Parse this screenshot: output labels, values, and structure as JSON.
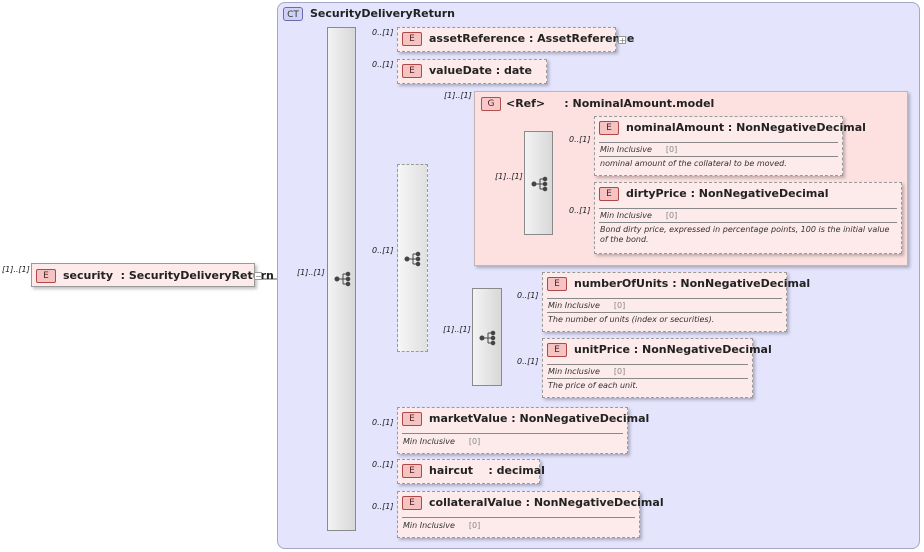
{
  "complex_type": {
    "badge": "CT",
    "name": "SecurityDeliveryReturn"
  },
  "root": {
    "cardinality": "[1]..[1]",
    "badge": "E",
    "label": "security  : SecurityDeliveryReturn",
    "collapse_glyph": "−",
    "sequence_cardinality": "[1]..[1]"
  },
  "elements": {
    "assetReference": {
      "cardinality": "0..[1]",
      "badge": "E",
      "label": "assetReference : AssetReference",
      "expand_glyph": "+"
    },
    "valueDate": {
      "cardinality": "0..[1]",
      "badge": "E",
      "label": "valueDate : date"
    },
    "choice": {
      "cardinality": "0..[1]"
    },
    "group": {
      "cardinality": "[1]..[1]",
      "badge": "G",
      "label": "<Ref>     : NominalAmount.model",
      "sequence_cardinality": "[1]..[1]"
    },
    "nominalAmount": {
      "cardinality": "0..[1]",
      "badge": "E",
      "label": "nominalAmount : NonNegativeDecimal",
      "facet": "Min Inclusive",
      "facet_value": "[0]",
      "doc": "nominal amount of the collateral to be moved."
    },
    "dirtyPrice": {
      "cardinality": "0..[1]",
      "badge": "E",
      "label": "dirtyPrice : NonNegativeDecimal",
      "facet": "Min Inclusive",
      "facet_value": "[0]",
      "doc": "Bond dirty price, expressed in percentage points, 100 is the initial value of the bond."
    },
    "units_sequence": {
      "cardinality": "[1]..[1]"
    },
    "numberOfUnits": {
      "cardinality": "0..[1]",
      "badge": "E",
      "label": "numberOfUnits : NonNegativeDecimal",
      "facet": "Min Inclusive",
      "facet_value": "[0]",
      "doc": "The number of units (index or securities)."
    },
    "unitPrice": {
      "cardinality": "0..[1]",
      "badge": "E",
      "label": "unitPrice : NonNegativeDecimal",
      "facet": "Min Inclusive",
      "facet_value": "[0]",
      "doc": "The price of each unit."
    },
    "marketValue": {
      "cardinality": "0..[1]",
      "badge": "E",
      "label": "marketValue : NonNegativeDecimal",
      "facet": "Min Inclusive",
      "facet_value": "[0]"
    },
    "haircut": {
      "cardinality": "0..[1]",
      "badge": "E",
      "label": "haircut    : decimal"
    },
    "collateralValue": {
      "cardinality": "0..[1]",
      "badge": "E",
      "label": "collateralValue : NonNegativeDecimal",
      "facet": "Min Inclusive",
      "facet_value": "[0]"
    }
  }
}
